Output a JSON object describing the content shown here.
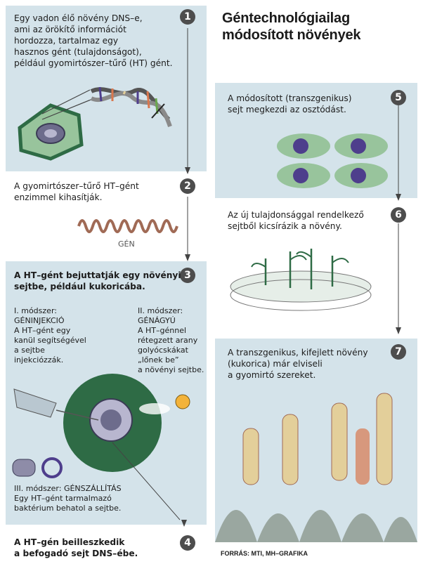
{
  "title": "Géntechnológiailag\nmódosított növények",
  "steps": [
    {
      "number": "1",
      "text": "Egy vadon élő növény DNS–e,\nami az örökítő információt\nhordozza, tartalmaz egy\nhasznos gént (tulajdonságot),\npéldául gyomirtószer–tűrő (HT) gént."
    },
    {
      "number": "2",
      "text": "A gyomirtószer–tűrő HT–gént\nenzimmel kihasítják.",
      "gene_label": "GÉN"
    },
    {
      "number": "3",
      "text": "A HT–gént bejuttatják egy növényi\nsejtbe, például kukoricába.",
      "method1": "I. módszer:\nGÉNINJEKCIÓ\nA HT–gént egy\nkanül segítségével\na sejtbe\ninjekciózzák.",
      "method2": "II. módszer:\nGÉNÁGYÚ\nA HT–génnel\nrétegzett arany\ngolyócskákat\n„lőnek be”\na növényi sejtbe.",
      "method3": "III. módszer: GÉNSZÁLLÍTÁS\nEgy HT–gént tarmalmazó\nbaktérium behatol a sejtbe."
    },
    {
      "number": "4",
      "text": "A HT–gén beilleszkedik\na befogadó sejt DNS–ébe."
    },
    {
      "number": "5",
      "text": "A módosított (transzgenikus)\nsejt megkezdi az osztódást."
    },
    {
      "number": "6",
      "text": "Az új tulajdonsággal  rendelkező\nsejtből kicsírázik a növény."
    },
    {
      "number": "7",
      "text": "A transzgenikus, kifejlett növény\n(kukorica) már elviseli\na gyomirtó szereket."
    }
  ],
  "source": "FORRÁS: MTI, MH–GRAFIKA",
  "colors": {
    "panel": "#d4e3ea",
    "badge": "#4d4d4d",
    "cell_green": "#2e6b45",
    "cell_light": "#98c49c",
    "dna_purple": "#4e3e8c",
    "gene_brown": "#a06a55",
    "corn_yellow": "#e3cf9a",
    "corn_orange": "#d9774e"
  }
}
